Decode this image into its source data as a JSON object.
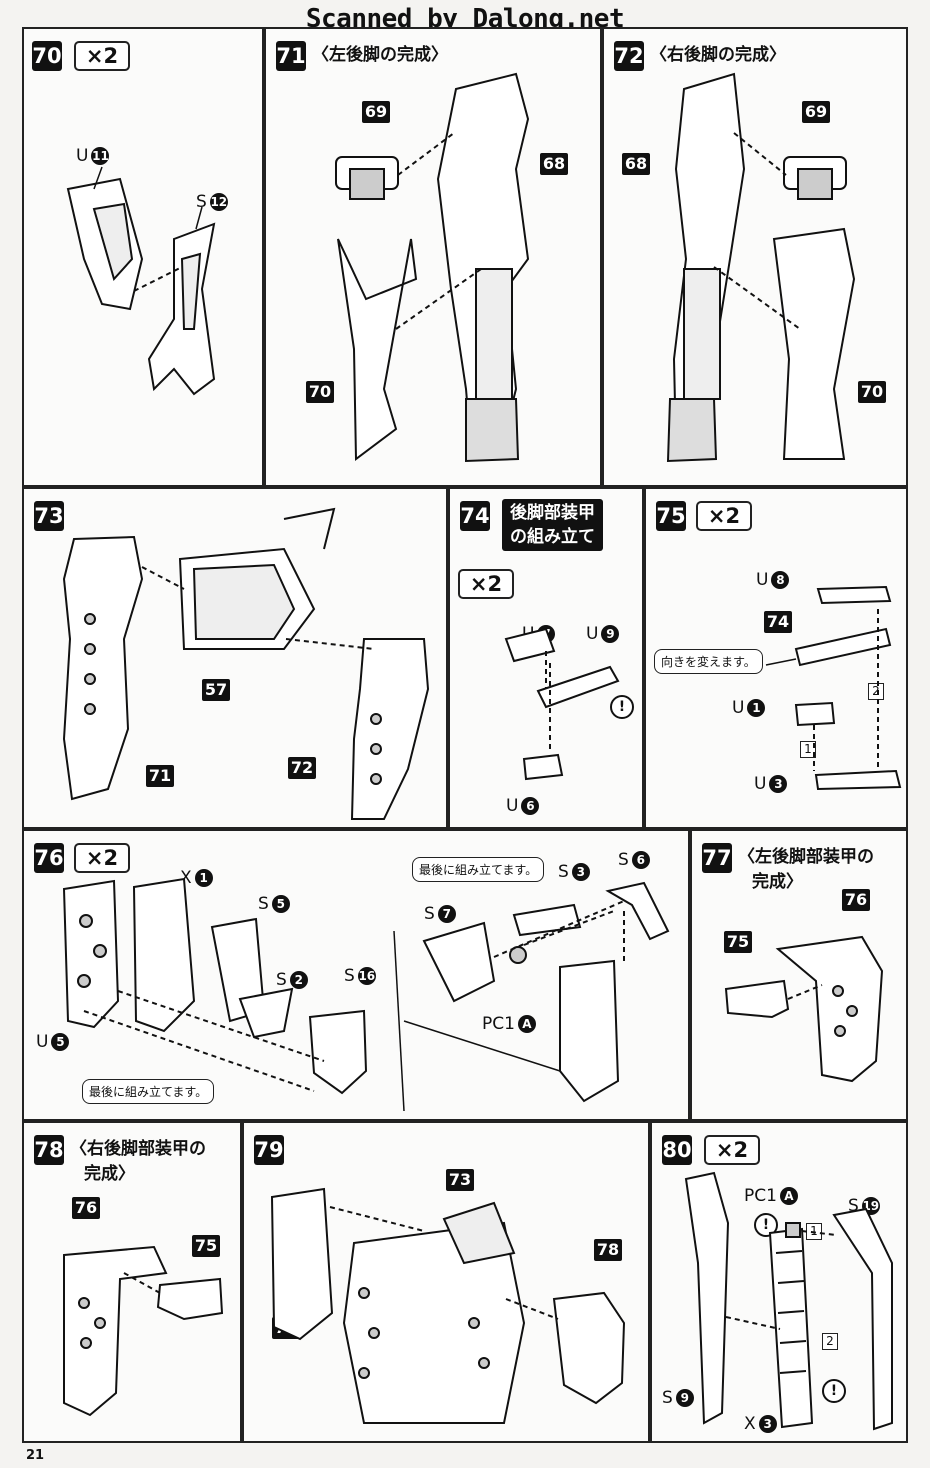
{
  "watermark": "Scanned by Dalong.net",
  "page_number": "21",
  "multiplier": "×2",
  "steps": {
    "s70": {
      "num": "70",
      "parts": {
        "a": {
          "label": "U",
          "num": "11"
        },
        "b": {
          "label": "S",
          "num": "12"
        }
      }
    },
    "s71": {
      "num": "71",
      "title": "〈左後脚の完成〉",
      "refs": [
        "69",
        "68",
        "70"
      ]
    },
    "s72": {
      "num": "72",
      "title": "〈右後脚の完成〉",
      "refs": [
        "69",
        "68",
        "70"
      ]
    },
    "s73": {
      "num": "73",
      "refs": [
        "57",
        "71",
        "72"
      ]
    },
    "s74": {
      "num": "74",
      "title_line1": "後脚部装甲",
      "title_line2": "の組み立て",
      "parts": {
        "a": {
          "label": "U",
          "num": "7"
        },
        "b": {
          "label": "U",
          "num": "9"
        },
        "c": {
          "label": "U",
          "num": "6"
        }
      }
    },
    "s75": {
      "num": "75",
      "ref": "74",
      "note": "向きを変えます。",
      "order1": "1",
      "order2": "2",
      "parts": {
        "a": {
          "label": "U",
          "num": "8"
        },
        "b": {
          "label": "U",
          "num": "1"
        },
        "c": {
          "label": "U",
          "num": "3"
        }
      }
    },
    "s76": {
      "num": "76",
      "note_a": "最後に組み立てます。",
      "note_b": "最後に組み立てます。",
      "parts": {
        "x1": {
          "label": "X",
          "num": "1"
        },
        "s5": {
          "label": "S",
          "num": "5"
        },
        "s2": {
          "label": "S",
          "num": "2"
        },
        "s16": {
          "label": "S",
          "num": "16"
        },
        "u5": {
          "label": "U",
          "num": "5"
        },
        "s3": {
          "label": "S",
          "num": "3"
        },
        "s6": {
          "label": "S",
          "num": "6"
        },
        "s7": {
          "label": "S",
          "num": "7"
        },
        "pc1": {
          "label": "PC1",
          "num": "A"
        }
      }
    },
    "s77": {
      "num": "77",
      "title_line1": "〈左後脚部装甲の",
      "title_line2": "完成〉",
      "refs": [
        "76",
        "75"
      ]
    },
    "s78": {
      "num": "78",
      "title_line1": "〈右後脚部装甲の",
      "title_line2": "完成〉",
      "refs": [
        "76",
        "75"
      ]
    },
    "s79": {
      "num": "79",
      "refs": [
        "73",
        "77",
        "78"
      ]
    },
    "s80": {
      "num": "80",
      "order1": "1",
      "order2": "2",
      "parts": {
        "pc1": {
          "label": "PC1",
          "num": "A"
        },
        "s19": {
          "label": "S",
          "num": "19"
        },
        "s9": {
          "label": "S",
          "num": "9"
        },
        "x3": {
          "label": "X",
          "num": "3"
        }
      }
    }
  },
  "warning_symbol": "!",
  "colors": {
    "ink": "#111111",
    "paper": "#fbfbfa",
    "gray_part": "#bbbbbb"
  }
}
